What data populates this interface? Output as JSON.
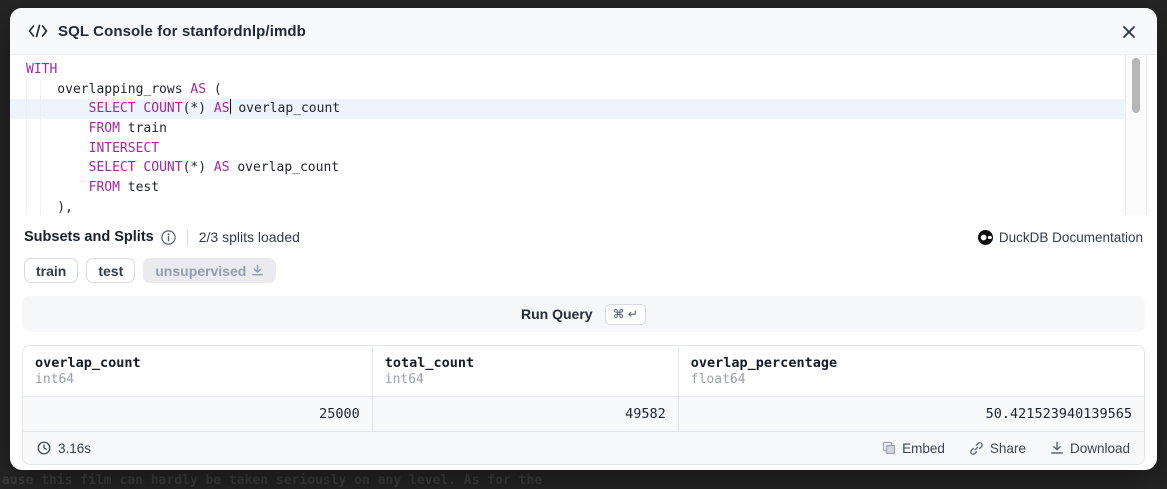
{
  "overlay": {
    "background_text": "ause this film can hardly be taken seriously on any level. As for the"
  },
  "modal": {
    "header": {
      "title": "SQL Console for stanfordnlp/imdb"
    },
    "editor": {
      "lines": [
        {
          "active": false,
          "tokens": [
            {
              "t": "kw",
              "v": "WITH"
            }
          ]
        },
        {
          "active": false,
          "tokens": [
            {
              "t": "tx",
              "v": "    overlapping_rows "
            },
            {
              "t": "kw",
              "v": "AS"
            },
            {
              "t": "tx",
              "v": " ("
            }
          ]
        },
        {
          "active": true,
          "tokens": [
            {
              "t": "tx",
              "v": "        "
            },
            {
              "t": "kw",
              "v": "SELECT"
            },
            {
              "t": "tx",
              "v": " "
            },
            {
              "t": "kw",
              "v": "COUNT"
            },
            {
              "t": "tx",
              "v": "(*) "
            },
            {
              "t": "kw",
              "v": "AS"
            },
            {
              "t": "cur",
              "v": ""
            },
            {
              "t": "tx",
              "v": " overlap_count"
            }
          ]
        },
        {
          "active": false,
          "tokens": [
            {
              "t": "tx",
              "v": "        "
            },
            {
              "t": "kw",
              "v": "FROM"
            },
            {
              "t": "tx",
              "v": " train"
            }
          ]
        },
        {
          "active": false,
          "tokens": [
            {
              "t": "tx",
              "v": "        "
            },
            {
              "t": "kw",
              "v": "INTERSECT"
            }
          ]
        },
        {
          "active": false,
          "tokens": [
            {
              "t": "tx",
              "v": "        "
            },
            {
              "t": "kw",
              "v": "SELECT"
            },
            {
              "t": "tx",
              "v": " "
            },
            {
              "t": "kw",
              "v": "COUNT"
            },
            {
              "t": "tx",
              "v": "(*) "
            },
            {
              "t": "kw",
              "v": "AS"
            },
            {
              "t": "tx",
              "v": " overlap_count"
            }
          ]
        },
        {
          "active": false,
          "tokens": [
            {
              "t": "tx",
              "v": "        "
            },
            {
              "t": "kw",
              "v": "FROM"
            },
            {
              "t": "tx",
              "v": " test"
            }
          ]
        },
        {
          "active": false,
          "tokens": [
            {
              "t": "tx",
              "v": "    ),"
            }
          ]
        }
      ]
    },
    "splits": {
      "title": "Subsets and Splits",
      "status": "2/3 splits loaded",
      "doc_link_label": "DuckDB Documentation",
      "pills": [
        {
          "label": "train",
          "loaded": true
        },
        {
          "label": "test",
          "loaded": true
        },
        {
          "label": "unsupervised",
          "loaded": false
        }
      ]
    },
    "run_query": {
      "label": "Run Query",
      "shortcut": "⌘ ↵"
    },
    "results": {
      "columns": [
        {
          "name": "overlap_count",
          "type": "int64"
        },
        {
          "name": "total_count",
          "type": "int64"
        },
        {
          "name": "overlap_percentage",
          "type": "float64"
        }
      ],
      "row": [
        "25000",
        "49582",
        "50.421523940139565"
      ],
      "footer": {
        "duration": "3.16s",
        "embed_label": "Embed",
        "share_label": "Share",
        "download_label": "Download"
      }
    }
  },
  "colors": {
    "keyword_purple": "#a626a4",
    "active_line_blue": "#eef4fc",
    "modal_bg": "#ffffff",
    "header_bg": "#f8f9fb",
    "row_bg": "#f8f9fb",
    "border": "#e3e6ea",
    "overlay_bg": "#262626"
  }
}
